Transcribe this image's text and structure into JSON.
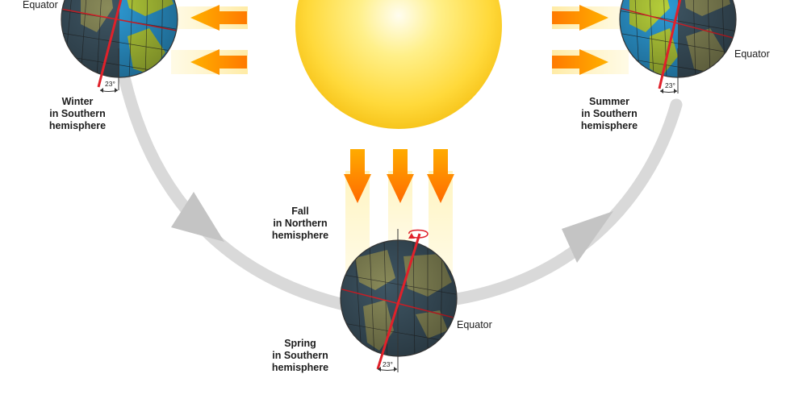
{
  "labels": {
    "equator": "Equator",
    "tilt": "23°",
    "winter_south": [
      "Winter",
      "in Southern",
      "hemisphere"
    ],
    "summer_south": [
      "Summer",
      "in Southern",
      "hemisphere"
    ],
    "fall_north": [
      "Fall",
      "in Northern",
      "hemisphere"
    ],
    "spring_south": [
      "Spring",
      "in Southern",
      "hemisphere"
    ]
  },
  "colors": {
    "sun_center": "#fffbe0",
    "sun_mid": "#ffe45a",
    "sun_edge": "#f7c51c",
    "orbit": "#d8d8d8",
    "orbit_arrow": "#c4c4c4",
    "ray_glow": "#fff3b8",
    "ray_arrow": "#ff8a00",
    "ocean_dark": "#3e5563",
    "land_dark": "#8a8b5a",
    "ocean_lit": "#2d9bd6",
    "land_lit": "#b6cf3a",
    "axis": "#e0212a"
  }
}
